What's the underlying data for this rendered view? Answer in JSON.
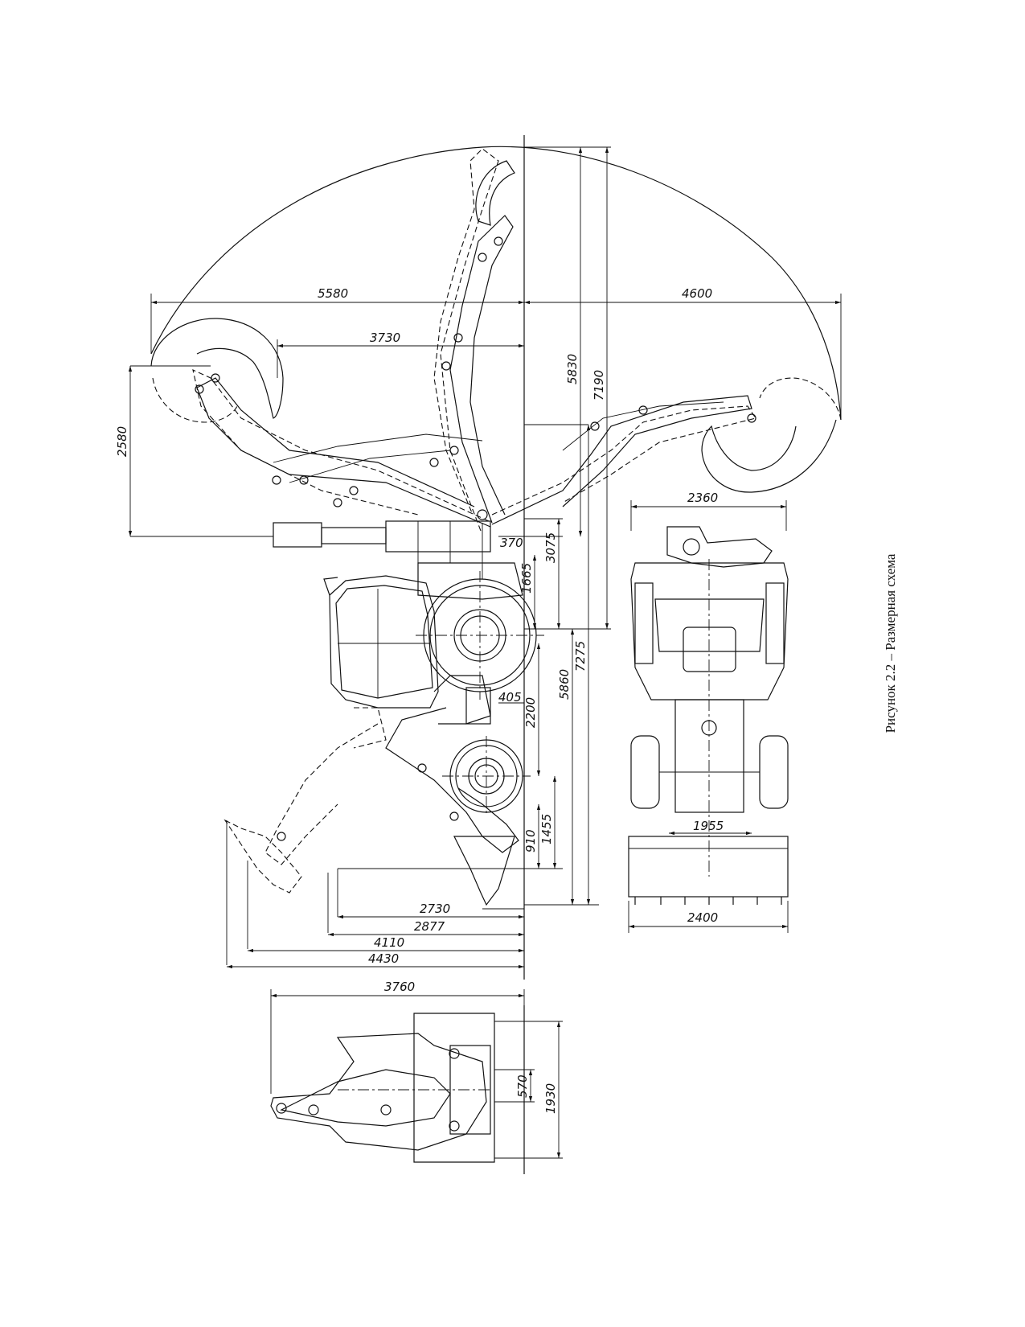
{
  "caption": "Рисунок 2.2 – Размерная схема",
  "side_view": {
    "horizontal_dimensions": [
      "5580",
      "4600",
      "3730",
      "2730",
      "2877",
      "4110",
      "4430"
    ],
    "vertical_dimensions": [
      "2580",
      "5830",
      "7190",
      "370",
      "1665",
      "3075",
      "7275",
      "5860",
      "405",
      "2200",
      "910",
      "1455"
    ]
  },
  "front_view": {
    "dimensions": [
      "2360",
      "1955",
      "2400"
    ]
  },
  "top_view": {
    "dimensions": [
      "3760",
      "570",
      "1930"
    ]
  }
}
